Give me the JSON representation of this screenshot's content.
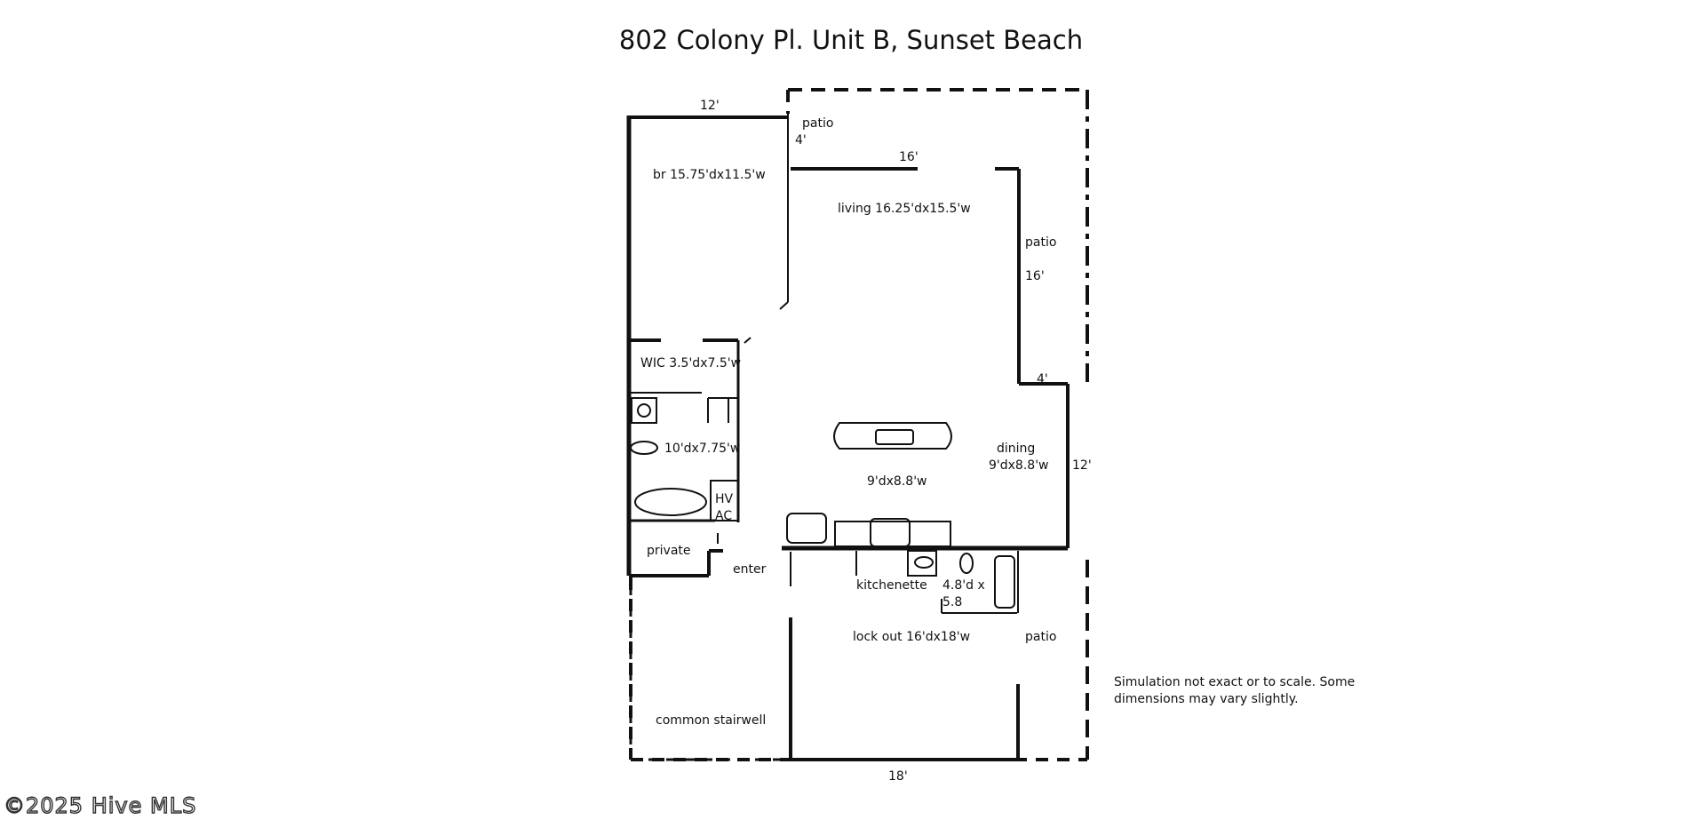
{
  "title": "802 Colony Pl. Unit B, Sunset Beach",
  "rooms": {
    "bedroom": "br 15.75'dx11.5'w",
    "living": "living 16.25'dx15.5'w",
    "wic": "WIC 3.5'dx7.5'w",
    "bath": "10'dx7.75'w",
    "hvac_line1": "HV",
    "hvac_line2": "AC",
    "private": "private",
    "enter": "enter",
    "kitchen_dim": "9'dx8.8'w",
    "dining": "dining",
    "dining_dim": "9'dx8.8'w",
    "kitchenette": "kitchenette",
    "lockout_bath_line1": "4.8'd x",
    "lockout_bath_line2": "5.8",
    "lockout": "lock out 16'dx18'w",
    "common_stairwell": "common stairwell"
  },
  "patios": {
    "top": "patio",
    "right": "patio",
    "bottom": "patio"
  },
  "dimensions": {
    "top_bedroom": "12'",
    "patio_depth": "4'",
    "living_wall": "16'",
    "patio_side": "16'",
    "step": "4'",
    "dining_side": "12'",
    "bottom": "18'"
  },
  "note": "Simulation not exact or to scale. Some dimensions may vary slightly.",
  "copyright": "©2025 Hive MLS"
}
